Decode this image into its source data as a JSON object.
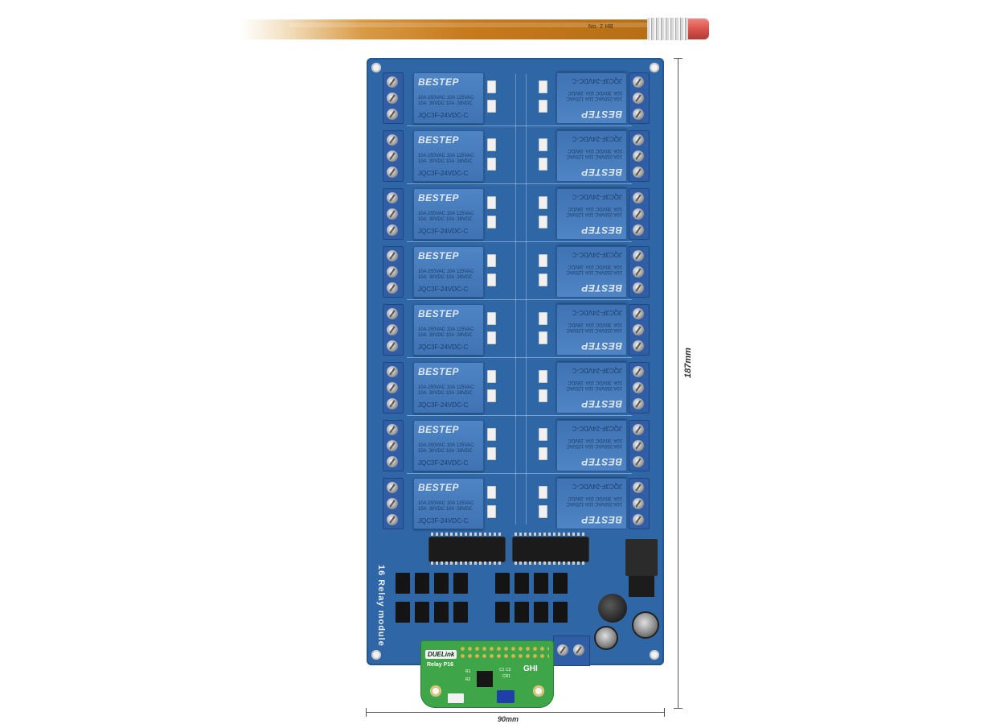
{
  "pencil": {
    "label": "No. 2  HB"
  },
  "relay": {
    "brand": "BESTEP",
    "spec": "10A 250VAC 10A 125VAC\n10A  30VDC 10A  28VDC",
    "model": "JQC3F-24VDC-C"
  },
  "board": {
    "title": "16 Relay module"
  },
  "adapter": {
    "logo": "DUELink",
    "name": "Relay P16",
    "brand": "GHI",
    "components": [
      "R1",
      "R2",
      "C1",
      "C2",
      "CR1"
    ]
  },
  "dimensions": {
    "height": "187mm",
    "width": "90mm"
  }
}
